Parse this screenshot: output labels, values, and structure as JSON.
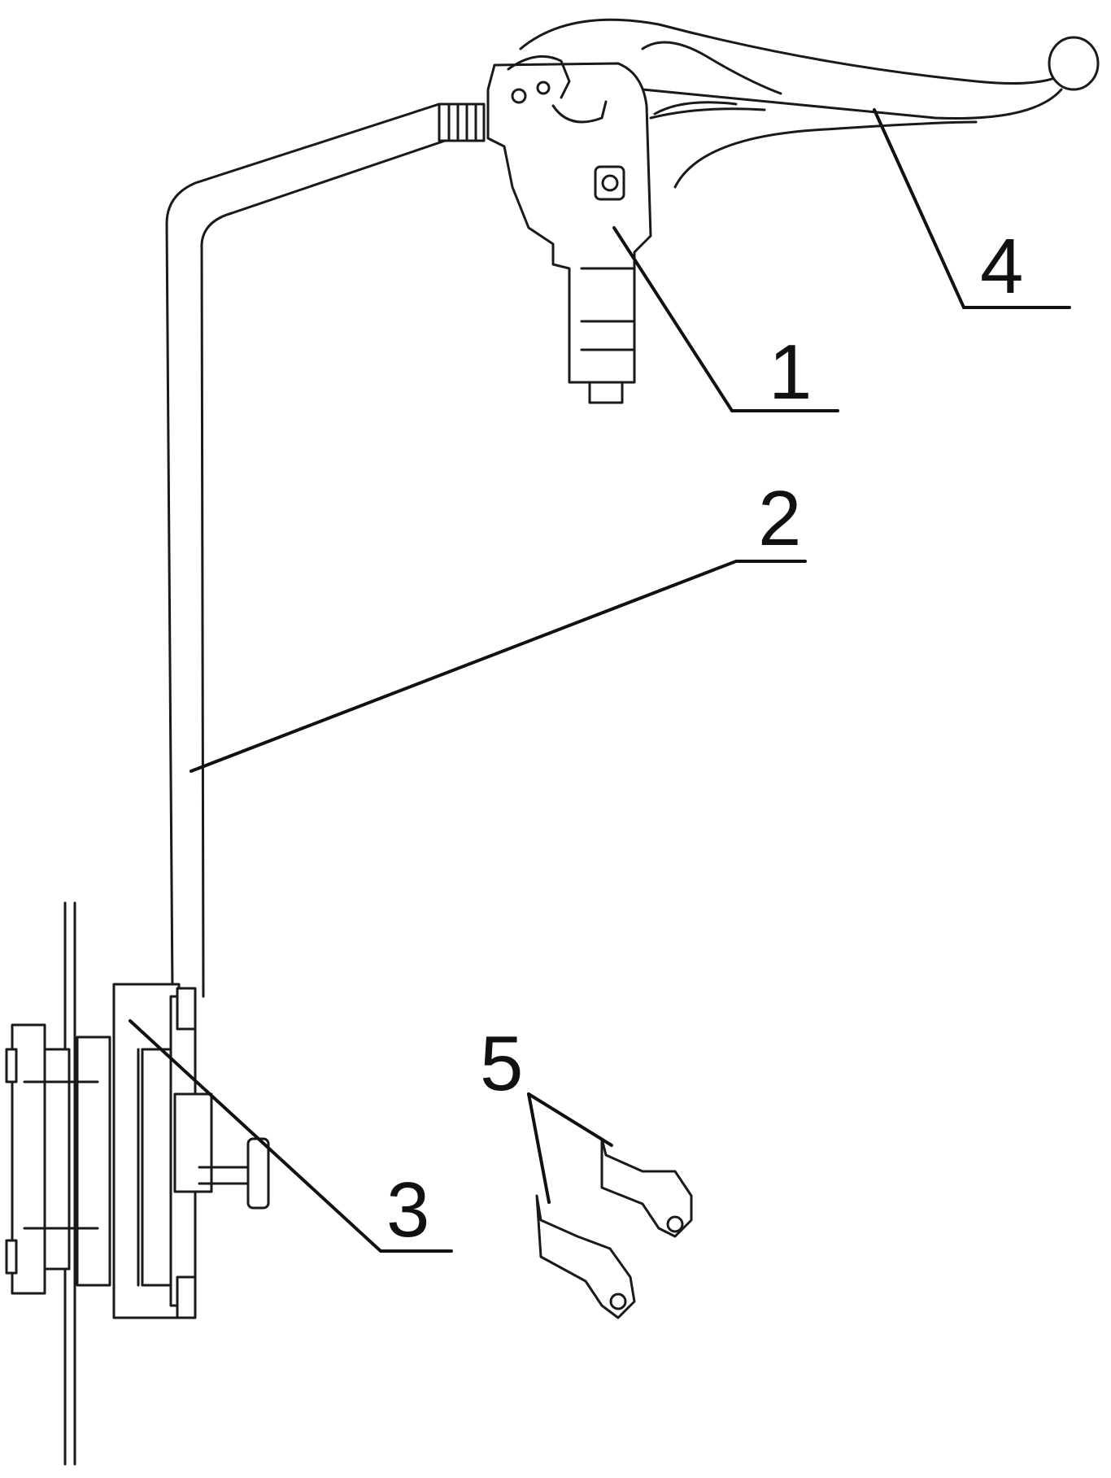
{
  "callouts": [
    {
      "id": "1",
      "label": "1"
    },
    {
      "id": "2",
      "label": "2"
    },
    {
      "id": "3",
      "label": "3"
    },
    {
      "id": "4",
      "label": "4"
    },
    {
      "id": "5",
      "label": "5"
    }
  ],
  "colors": {
    "line": "#1a1a1a",
    "background": "#ffffff"
  }
}
